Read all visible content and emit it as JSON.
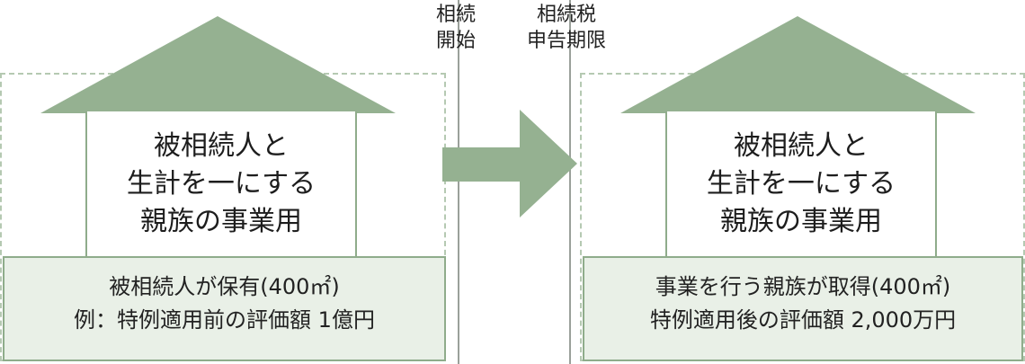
{
  "timeline": {
    "start_label_line1": "相続",
    "start_label_line2": "開始",
    "deadline_label_line1": "相続税",
    "deadline_label_line2": "申告期限"
  },
  "left_house": {
    "title_line1": "被相続人と",
    "title_line2": "生計を一にする",
    "title_line3": "親族の事業用",
    "info_line1": "被相続人が保有(400㎡)",
    "info_line2": "例：特例適用前の評価額 1億円"
  },
  "right_house": {
    "title_line1": "被相続人と",
    "title_line2": "生計を一にする",
    "title_line3": "親族の事業用",
    "info_line1": "事業を行う親族が取得(400㎡)",
    "info_line2": "特例適用後の評価額 2,000万円"
  },
  "colors": {
    "roof": "#95b191",
    "info_bg": "#e9f0e7",
    "frame_dashed": "#b5c9b2",
    "arrow": "#95b191"
  }
}
